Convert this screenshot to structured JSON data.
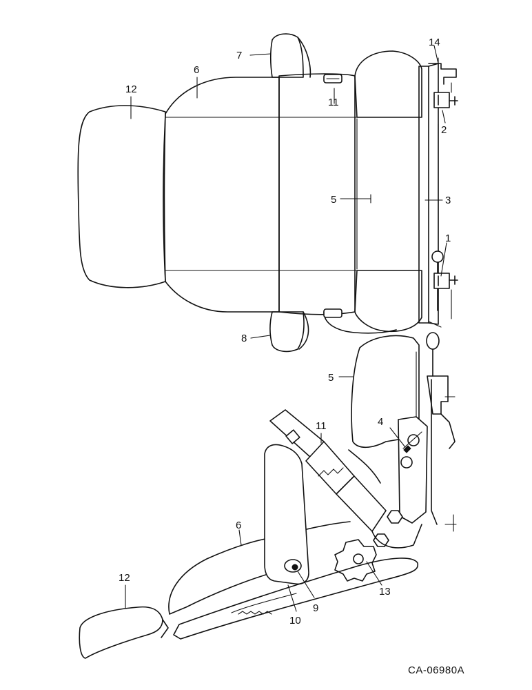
{
  "callouts": {
    "c1": "1",
    "c2": "2",
    "c3": "3",
    "c4": "4",
    "c5a": "5",
    "c5b": "5",
    "c6a": "6",
    "c6b": "6",
    "c7": "7",
    "c8": "8",
    "c9": "9",
    "c10": "10",
    "c11a": "11",
    "c11b": "11",
    "c12a": "12",
    "c12b": "12",
    "c13": "13",
    "c14": "14"
  },
  "figure_id": "CA-06980A"
}
